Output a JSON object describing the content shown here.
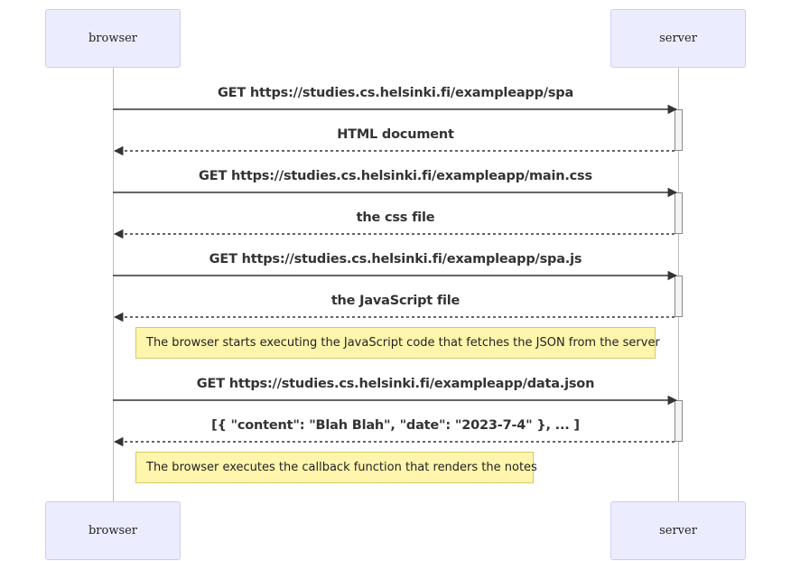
{
  "participants": {
    "left": "browser",
    "right": "server"
  },
  "messages": [
    {
      "text": "GET https://studies.cs.helsinki.fi/exampleapp/spa",
      "direction": "request"
    },
    {
      "text": "HTML document",
      "direction": "response"
    },
    {
      "text": "GET https://studies.cs.helsinki.fi/exampleapp/main.css",
      "direction": "request"
    },
    {
      "text": "the css file",
      "direction": "response"
    },
    {
      "text": "GET https://studies.cs.helsinki.fi/exampleapp/spa.js",
      "direction": "request"
    },
    {
      "text": "the JavaScript file",
      "direction": "response"
    },
    {
      "text": "GET https://studies.cs.helsinki.fi/exampleapp/data.json",
      "direction": "request"
    },
    {
      "text": "[{ \"content\": \"Blah Blah\", \"date\": \"2023-7-4\" }, ... ]",
      "direction": "response"
    }
  ],
  "notes": [
    "The browser starts executing the JavaScript code that fetches the JSON from the server",
    "The browser executes the callback function that renders the notes"
  ],
  "colors": {
    "actor_fill": "#ececff",
    "actor_border": "#cdcdf7",
    "note_fill": "#fff5ad",
    "line": "#333333"
  }
}
